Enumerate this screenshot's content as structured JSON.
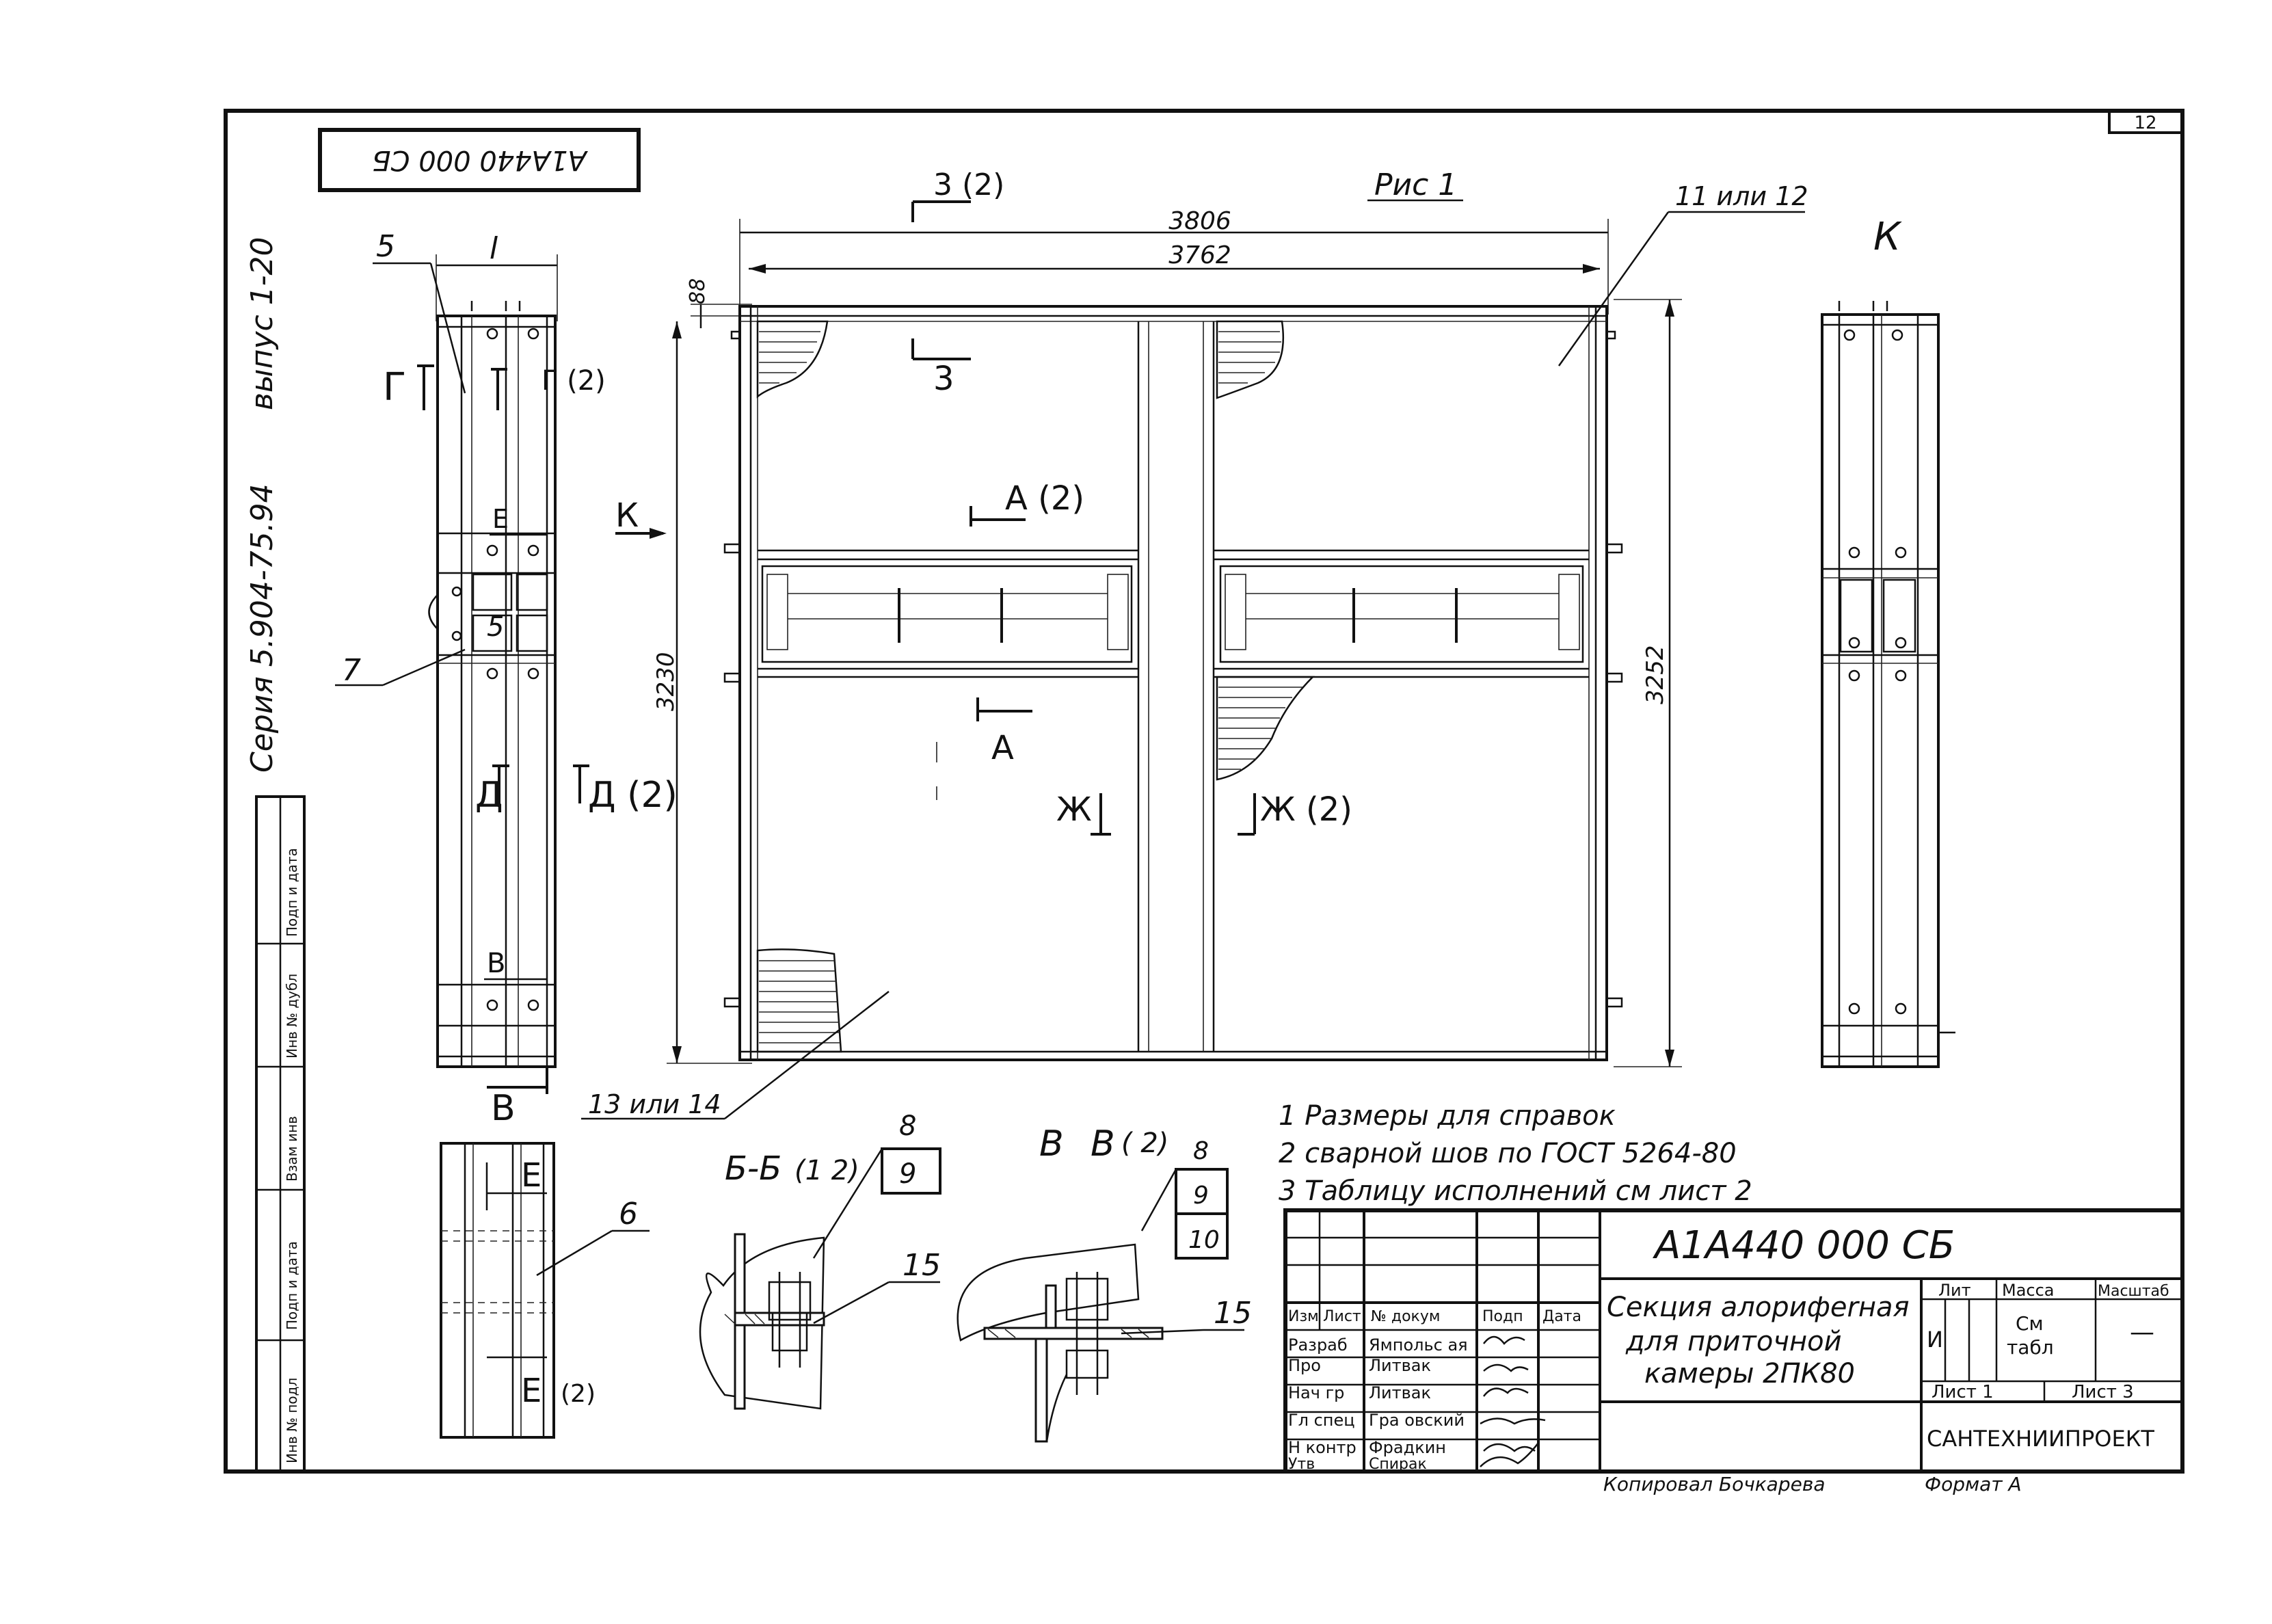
{
  "sheet": {
    "page_number": "12",
    "drawing_code_rotated": "А1А440 000 СБ",
    "series_text": "Серия 5.904-75.94",
    "issue_text": "выпус 1-20",
    "figure_title": "Рис 1"
  },
  "main_view": {
    "dim_overall_width": "3806",
    "dim_inner_width": "3762",
    "dim_top": "88",
    "dim_height_left": "3230",
    "dim_height_right": "3252",
    "callout_panel_top": "11 или 12",
    "callout_panel_bottom": "13 или 14",
    "section_3": "3",
    "section_3_2": "3 (2)",
    "section_a": "А",
    "section_a_2": "А (2)",
    "section_zh": "Ж",
    "section_zh_2": "Ж (2)",
    "view_k_arrow": "К"
  },
  "side_view": {
    "dim_width": "l",
    "callout_5_top": "5",
    "callout_5_mid": "5",
    "callout_7": "7",
    "section_g": "Г",
    "section_g_2": "Г (2)",
    "section_d": "Д",
    "section_d_2": "Д (2)",
    "section_e": "Е",
    "section_v": "В",
    "section_v_bottom": "В"
  },
  "view_k": {
    "label": "К"
  },
  "detail_e": {
    "label_top": "Е",
    "label_bottom": "Е",
    "label_bottom_suffix": "(2)",
    "callout_6": "6"
  },
  "detail_bb": {
    "title": "Б-Б",
    "title_suffix": "(1 2)",
    "ref_top": "8",
    "ref_bottom": "9",
    "callout_15": "15"
  },
  "detail_vv": {
    "title": "В",
    "title_2": "В",
    "title_suffix": "( 2)",
    "ref_1": "8",
    "ref_2": "9",
    "ref_3": "10",
    "callout_15": "15"
  },
  "notes": [
    "1 Размеры для справок",
    "2 сварной шов по ГОСТ 5264-80",
    "3 Таблицу исполнений см лист 2"
  ],
  "left_stamp": {
    "cells": [
      "Инв № подл",
      "Подп и дата",
      "Взам инв",
      "Инв № дубл",
      "Подп и дата"
    ]
  },
  "title_block": {
    "drawing_code": "А1А440 000 СБ",
    "title_line1": "Секция алорифеrная",
    "title_line2": "для приточной",
    "title_line3": "камеры 2ПК80",
    "header_cells": [
      "Изм",
      "Лист",
      "№ докум",
      "Подп",
      "Дата"
    ],
    "people": [
      {
        "role": "Разраб",
        "name": "Ямпольс ая"
      },
      {
        "role": "Про",
        "name": "Литвак"
      },
      {
        "role": "Нач гр",
        "name": "Литвак"
      },
      {
        "role": "Гл спец",
        "name": "Гра овский"
      },
      {
        "role": "Н контр",
        "name": "Фрадкин"
      },
      {
        "role": "Утв",
        "name": "Спирак"
      }
    ],
    "lit_label": "Лит",
    "lit_value": "И",
    "mass_label": "Масса",
    "mass_value_1": "См",
    "mass_value_2": "табл",
    "scale_label": "Масштаб",
    "scale_value": "—",
    "sheet_label": "Лист 1",
    "sheets_label": "Лист 3",
    "organization": "САНТЕХНИИПРОЕКТ",
    "copied_by": "Копировал Бочкарева",
    "format": "Формат А"
  }
}
